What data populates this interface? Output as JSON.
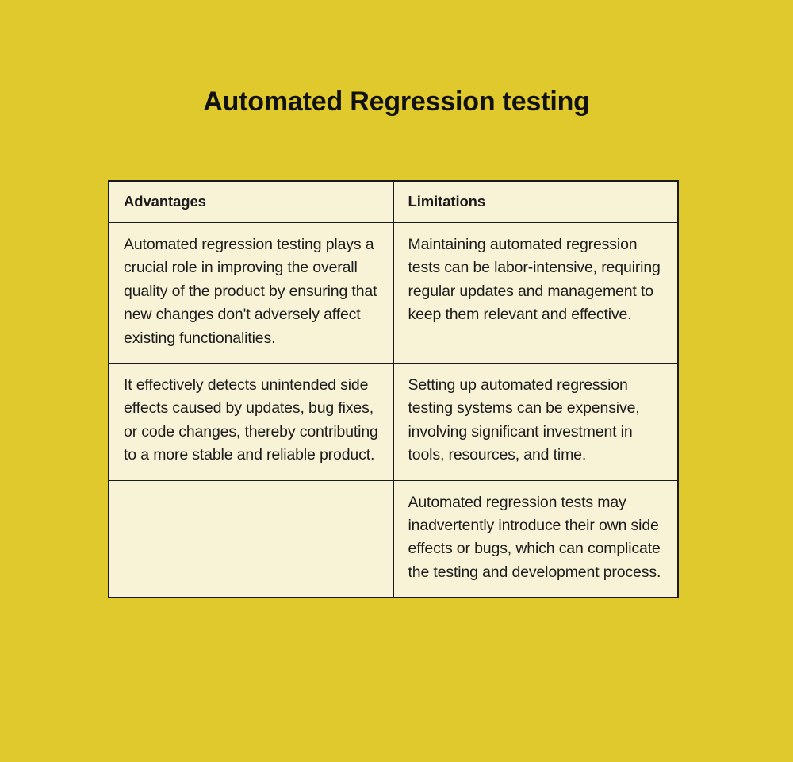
{
  "page": {
    "title": "Automated Regression testing",
    "background_color": "#e0c92c",
    "text_color": "#111111"
  },
  "table": {
    "cell_background": "#f8f3d6",
    "border_color": "#1a1a1a",
    "columns": [
      {
        "key": "advantages",
        "header": "Advantages"
      },
      {
        "key": "limitations",
        "header": "Limitations"
      }
    ],
    "rows": [
      {
        "advantages": "Automated regression testing plays a crucial role in improving the overall quality of the product by ensuring that new changes don't adversely affect existing functionalities.",
        "limitations": "Maintaining automated regression tests can be labor-intensive, requiring regular updates and management to keep them relevant and effective."
      },
      {
        "advantages": "It effectively detects unintended side effects caused by updates, bug fixes, or code changes, thereby contributing to a more stable and reliable product.",
        "limitations": "Setting up automated regression testing systems can be expensive, involving significant investment in tools, resources, and time."
      },
      {
        "advantages": "",
        "limitations": "Automated regression tests may inadvertently introduce their own side effects or bugs, which can complicate the testing and development process."
      }
    ]
  }
}
